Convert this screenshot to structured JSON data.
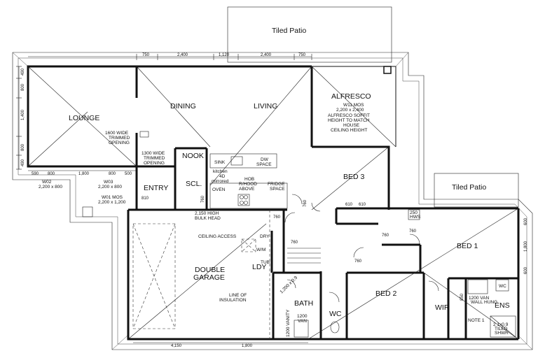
{
  "patios": {
    "top": "Tiled Patio",
    "right": "Tiled Patio"
  },
  "rooms": {
    "lounge": "LOUNGE",
    "dining": "DINING",
    "living": "LIVING",
    "alfresco": "ALFRESCO",
    "bed3": "BED 3",
    "bed1": "BED 1",
    "bed2": "BED 2",
    "entry": "ENTRY",
    "nook": "NOOK",
    "scullery": "SCL.",
    "garage_line1": "DOUBLE",
    "garage_line2": "GARAGE",
    "laundry": "LDY",
    "bath": "BATH",
    "wc": "WC",
    "wir": "WIR",
    "ensuite": "ENS"
  },
  "notes": {
    "opening_1600": [
      "1600 WIDE",
      "TRIMMED",
      "OPENING"
    ],
    "opening_1300": [
      "1300 WIDE",
      "TRIMMED",
      "OPENING"
    ],
    "alfresco_window": "W11 MOS",
    "alfresco_window_size": "2,200 x 2,400",
    "alfresco_soffit": [
      "ALFRESCO SOFFIT",
      "HEIGHT TO MATCH",
      "HOUSE",
      "CEILING HEIGHT"
    ],
    "sink": "SINK",
    "dw_space": [
      "DW",
      "SPACE"
    ],
    "kitchen": [
      "kitchen",
      "4D",
      "mirrored"
    ],
    "oven": "OVEN",
    "hob": [
      "HOB",
      "R/HOOD",
      "ABOVE"
    ],
    "fridge": [
      "FRIDGE",
      "SPACE"
    ],
    "bulkhead": [
      "2,150 HIGH",
      "BULK HEAD"
    ],
    "ceiling_access": "CEILING ACCESS",
    "dryer": "DRY",
    "washer": "W/M",
    "tub": "TUB",
    "insulation": [
      "LINE OF",
      "INSULATION"
    ],
    "w02": [
      "W02",
      "2,200 x 800"
    ],
    "w03": [
      "W03",
      "2,200 x 800"
    ],
    "w01": [
      "W01 MOS",
      "2,200 x 1,200"
    ],
    "hws": [
      "250",
      "HWS"
    ],
    "van_bath": [
      "1200",
      "VAN"
    ],
    "van_ens": [
      "1200 VAN",
      "WALL HUNG"
    ],
    "vanity_laundry": "1200 VANITY",
    "shower_bath": "1,200 x 0.9",
    "shower_ens": [
      "2 1x0.9",
      "TILED",
      "SHWR"
    ],
    "wc_ens": "WC",
    "note": "NOTE 1",
    "ens_door": "850"
  },
  "dims": {
    "top_750a": "750",
    "top_2400a": "2,400",
    "top_1120": "1,120",
    "top_2400b": "2,400",
    "top_750b": "750",
    "left_490a": "490",
    "left_800a": "800",
    "left_1400": "1,400",
    "left_800b": "800",
    "left_490b": "490",
    "bot_590": "590",
    "bot_800a": "800",
    "bot_1800a": "1,800",
    "bot_800b": "800",
    "bot_500": "500",
    "bed3_610a": "610",
    "bed3_610b": "610",
    "door_760": "760",
    "door_760b": "760",
    "door_760c": "760",
    "door_760d": "760",
    "door_760e": "760",
    "door_760f": "760",
    "garage_760": "760",
    "entry_810": "810",
    "bot_4150": "4,150",
    "bot_1800b": "1,800",
    "right_600": "600",
    "right_1800": "1,800",
    "right_600b": "600"
  }
}
